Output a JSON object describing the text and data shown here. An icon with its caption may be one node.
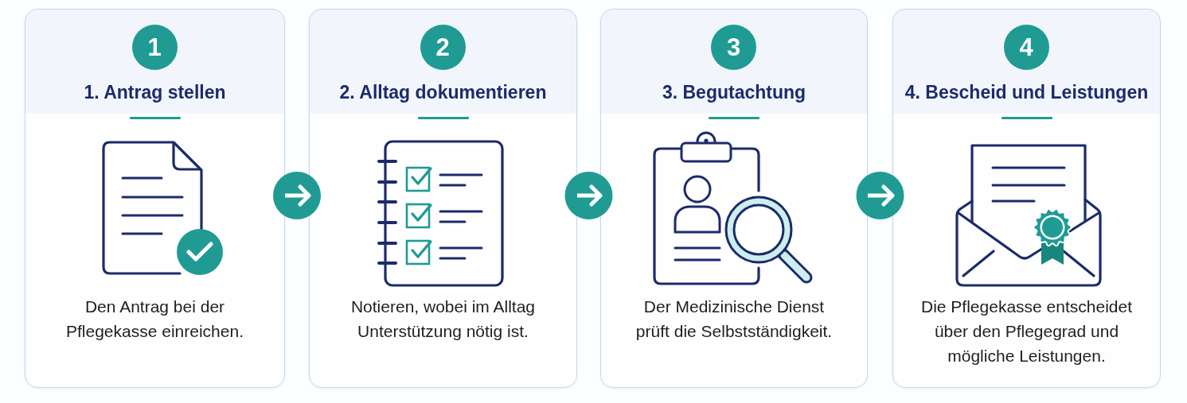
{
  "diagram": {
    "nodes": [
      {
        "text": [
          "1. Antrag stellen",
          "Den Antrag bei der Pflegekasse einreichen."
        ]
      },
      {
        "text": [
          "1"
        ],
        "in": 0
      },
      {
        "text": [
          "2. Alltag dokumentieren",
          "Notieren, wobei im Alltag Unterstützung nötig ist."
        ]
      },
      {
        "text": [
          "2"
        ],
        "in": 2
      },
      {
        "text": [
          "3. Begutachtung",
          "Der Medizinische Dienst prüft die Selbstständigkeit."
        ]
      },
      {
        "text": [
          "3"
        ],
        "in": 4
      },
      {
        "text": [
          "4. Bescheid und Leistungen",
          "Die Pflegekasse entscheidet über den Pflegegrad und mögliche Leistungen."
        ]
      },
      {
        "text": [
          "4"
        ],
        "in": 6
      }
    ],
    "edges": [
      {
        "from": 0,
        "to": 2,
        "arrow": "to"
      },
      {
        "from": 2,
        "to": 4,
        "arrow": "to"
      },
      {
        "from": 4,
        "to": 6,
        "arrow": "to"
      }
    ]
  }
}
